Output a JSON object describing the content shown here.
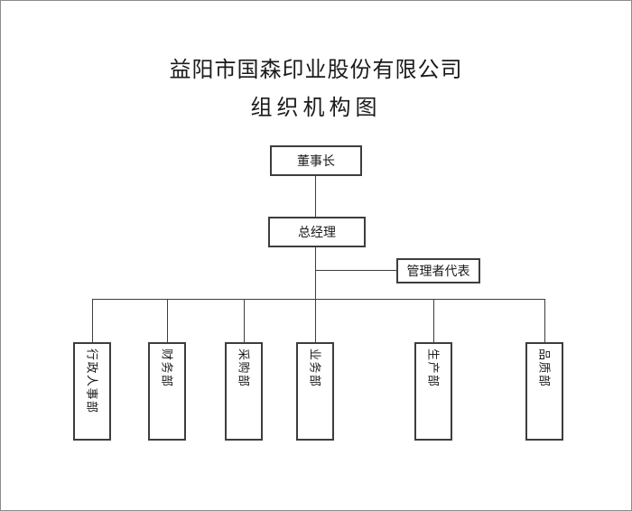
{
  "page": {
    "title_line1": "益阳市国森印业股份有限公司",
    "title_line2": "组织机构图"
  },
  "org": {
    "chairman": "董事长",
    "general_manager": "总经理",
    "management_rep": "管理者代表",
    "departments": [
      {
        "label": "行政人事部"
      },
      {
        "label": "财务部"
      },
      {
        "label": "采购部"
      },
      {
        "label": "业务部"
      },
      {
        "label": "生产部"
      },
      {
        "label": "品质部"
      }
    ]
  },
  "colors": {
    "line": "#3d3d3d",
    "text": "#1a1a1a",
    "background": "#ffffff",
    "frame_border": "#8c8c8c"
  }
}
